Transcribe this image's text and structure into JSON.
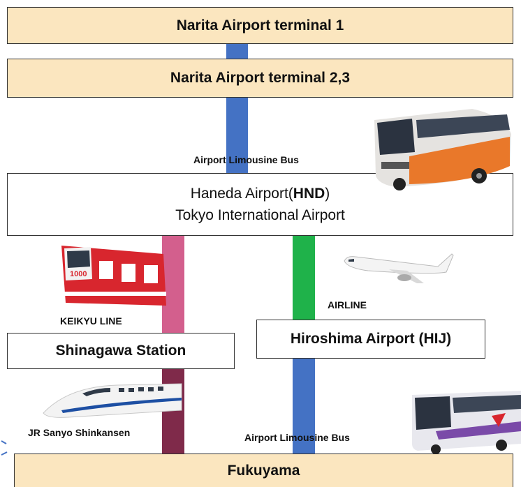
{
  "boxes": {
    "narita_t1": "Narita Airport terminal 1",
    "narita_t23": "Narita Airport terminal 2,3",
    "haneda_line1_prefix": "Haneda Airport(",
    "haneda_code": "HND",
    "haneda_line1_suffix": ")",
    "haneda_line2": "Tokyo International Airport",
    "shinagawa": "Shinagawa Station",
    "hiroshima": "Hiroshima  Airport (HIJ)",
    "fukuyama": "Fukuyama"
  },
  "labels": {
    "limousine_top": "Airport Limousine Bus",
    "keikyu": "KEIKYU LINE",
    "airline": "AIRLINE",
    "shinkansen": "JR Sanyo Shinkansen",
    "limousine_bottom": "Airport Limousine Bus",
    "train_number": "1000"
  },
  "colors": {
    "box_fill": "#fbe6bf",
    "bus_route": "#4472c4",
    "keikyu_route": "#d35f8d",
    "airline_route": "#1fb24a",
    "shinkansen_route": "#7f2a4a"
  },
  "icons": {
    "top_bus": "orange-limousine-bus-icon",
    "train": "red-keikyu-train-icon",
    "plane": "airplane-icon",
    "bullet_train": "shinkansen-train-icon",
    "bottom_bus": "purple-limousine-bus-icon"
  }
}
